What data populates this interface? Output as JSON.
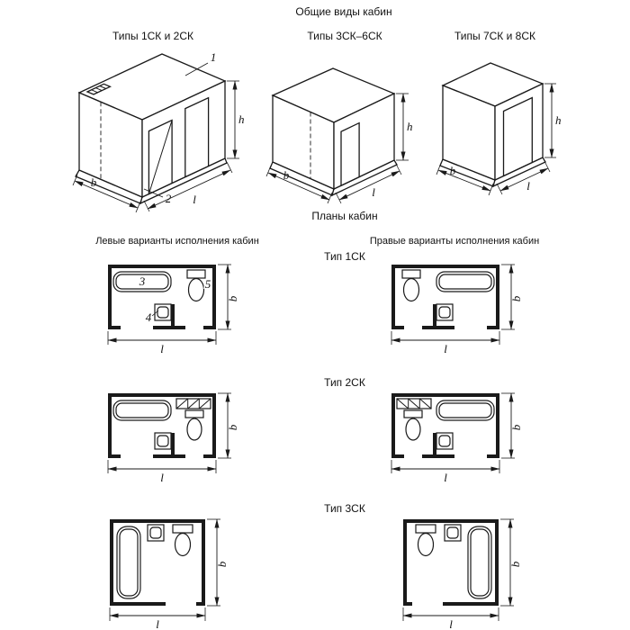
{
  "titles": {
    "general_views": "Общие виды кабин",
    "plans": "Планы кабин"
  },
  "iso_views": [
    {
      "title": "Типы 1СК и 2СК"
    },
    {
      "title": "Типы 3СК–6СК"
    },
    {
      "title": "Типы 7СК и 8СК"
    }
  ],
  "plan_headers": {
    "left": "Левые варианты исполнения кабин",
    "right": "Правые варианты исполнения кабин"
  },
  "plan_rows": [
    {
      "type_label": "Тип 1СК"
    },
    {
      "type_label": "Тип 2СК"
    },
    {
      "type_label": "Тип 3СК"
    }
  ],
  "dim_labels": {
    "h": "h",
    "b": "b",
    "l": "l"
  },
  "callouts": {
    "c1": "1",
    "c2": "2",
    "c3": "3",
    "c4": "4",
    "c5": "5"
  },
  "colors": {
    "line": "#1a1a1a",
    "background": "#ffffff"
  }
}
